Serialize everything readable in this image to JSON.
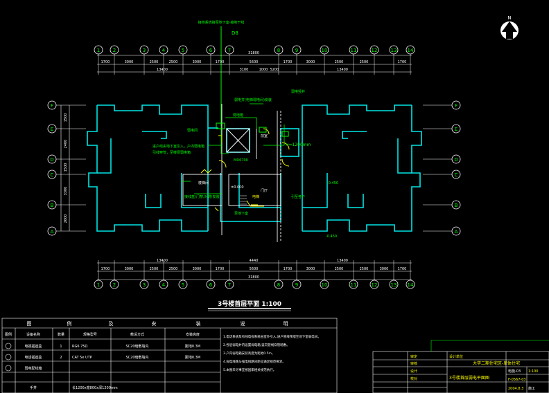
{
  "top_note": "接地系统接至地下室-接地干线",
  "riser_label": "D8",
  "north_label": "N",
  "dims": {
    "top_row1": [
      "1700",
      "3000",
      "2500",
      "2500",
      "3000",
      "1700",
      "",
      "5600",
      "1700",
      "3000",
      "2500",
      "2500",
      "1700"
    ],
    "top_total": "31800",
    "top_row2": [
      "13400",
      "",
      "3100",
      "1000",
      "5200",
      "13400"
    ],
    "bottom_row1": [
      "13400",
      "4440",
      "13400"
    ],
    "bottom_row2": [
      "1700",
      "3000",
      "2500",
      "2500",
      "3000",
      "1700",
      "5600",
      "1700",
      "3000",
      "2500",
      "2500",
      "3000",
      "1700"
    ],
    "bottom_total": "31800",
    "left": [
      "1500",
      "2400",
      "1500",
      "3300",
      "2600"
    ]
  },
  "axes": {
    "numbers": [
      "1",
      "2",
      "3",
      "4",
      "5",
      "6",
      "7",
      "8",
      "9",
      "10",
      "11",
      "12",
      "13",
      "14"
    ],
    "letters": [
      "F",
      "E",
      "D",
      "C",
      "B",
      "A"
    ]
  },
  "labels": {
    "box_top": "弱电井(电梯弱电间)安装",
    "weak_box": "弱电箱",
    "stair": "楼梯间",
    "stair2": "电梯",
    "front_room": "前室",
    "hall": "门厅",
    "note_left_1": "进户线由地下室引入，户内弱电箱",
    "note_left_2": "引线穿管，至楼层弱电箱",
    "note_left_3": "弱电间",
    "height": "H=1200mm",
    "down_note": "至地下室",
    "right_note1": "弱电竖井",
    "right_note2": "引至各户",
    "elev1": "±0.000",
    "elev2": "-0.450",
    "elev3": "-0.450",
    "label_mid": "MD6700",
    "left_tag": "接线盒(门禁,对讲)安装"
  },
  "title": "3号楼首层平面  1:100",
  "legend": {
    "header": [
      "图",
      "例",
      "及",
      "安",
      "装",
      "说",
      "明"
    ],
    "col_headers": [
      "图例",
      "设备名称",
      "数量",
      "规格型号",
      "敷设方式",
      "安装高度"
    ],
    "rows": [
      {
        "sym": "TV",
        "name": "电视插座盒",
        "qty": "1",
        "spec": "RG6 75Ω",
        "method": "SC20暗敷墙内",
        "height": "距地0.3M"
      },
      {
        "sym": "TP",
        "name": "电话插座盒",
        "qty": "2",
        "spec": "CAT 5e UTP",
        "method": "SC20暗敷墙内",
        "height": "距地0.3M"
      },
      {
        "sym": "DD",
        "name": "弱电配线箱",
        "qty": "",
        "spec": "",
        "method": "",
        "height": ""
      },
      {
        "sym": "",
        "name": "手井",
        "qty": "",
        "spec": "长1200x宽800x深1200mm",
        "method": "",
        "height": ""
      }
    ],
    "notes": [
      "1.电话系统及有线电视系统由室外引入,进户管线预埋至地下室弱电间。",
      "2.各层弱电井内设置弱电箱,竖向管线穿管暗敷。",
      "3.户内弱电箱安装高度为距地0.5m。",
      "4.弱电线路与强电线路间距应满足规范要求。",
      "5.本图未尽事宜按国家相关规范执行。"
    ]
  },
  "titleblock": {
    "company": "设计单位",
    "project": "大学二期住宅区-单体住宅",
    "drawing": "3号楼首层弱电平面图",
    "drawing_no": "电施-03",
    "code": "F-0567-03",
    "date": "2004.8.3",
    "scale": "1:100",
    "phase": "施工",
    "left_items": [
      "审定",
      "审核",
      "设计",
      "校对"
    ]
  }
}
